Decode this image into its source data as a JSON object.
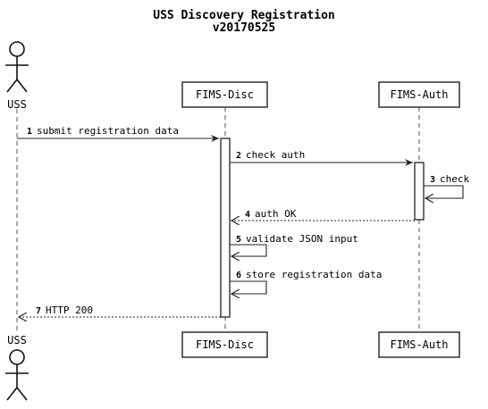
{
  "title": {
    "line1": "USS Discovery Registration",
    "line2": "v20170525"
  },
  "participants": {
    "uss": "USS",
    "fims_disc": "FIMS-Disc",
    "fims_auth": "FIMS-Auth"
  },
  "messages": [
    {
      "num": "1",
      "text": "submit registration data",
      "from": "USS",
      "to": "FIMS-Disc",
      "style": "solid"
    },
    {
      "num": "2",
      "text": "check auth",
      "from": "FIMS-Disc",
      "to": "FIMS-Auth",
      "style": "solid"
    },
    {
      "num": "3",
      "text": "check",
      "from": "FIMS-Auth",
      "to": "FIMS-Auth",
      "style": "solid"
    },
    {
      "num": "4",
      "text": "auth OK",
      "from": "FIMS-Auth",
      "to": "FIMS-Disc",
      "style": "dashed"
    },
    {
      "num": "5",
      "text": "validate JSON input",
      "from": "FIMS-Disc",
      "to": "FIMS-Disc",
      "style": "solid"
    },
    {
      "num": "6",
      "text": "store registration data",
      "from": "FIMS-Disc",
      "to": "FIMS-Disc",
      "style": "solid"
    },
    {
      "num": "7",
      "text": "HTTP 200",
      "from": "FIMS-Disc",
      "to": "USS",
      "style": "dashed"
    }
  ]
}
